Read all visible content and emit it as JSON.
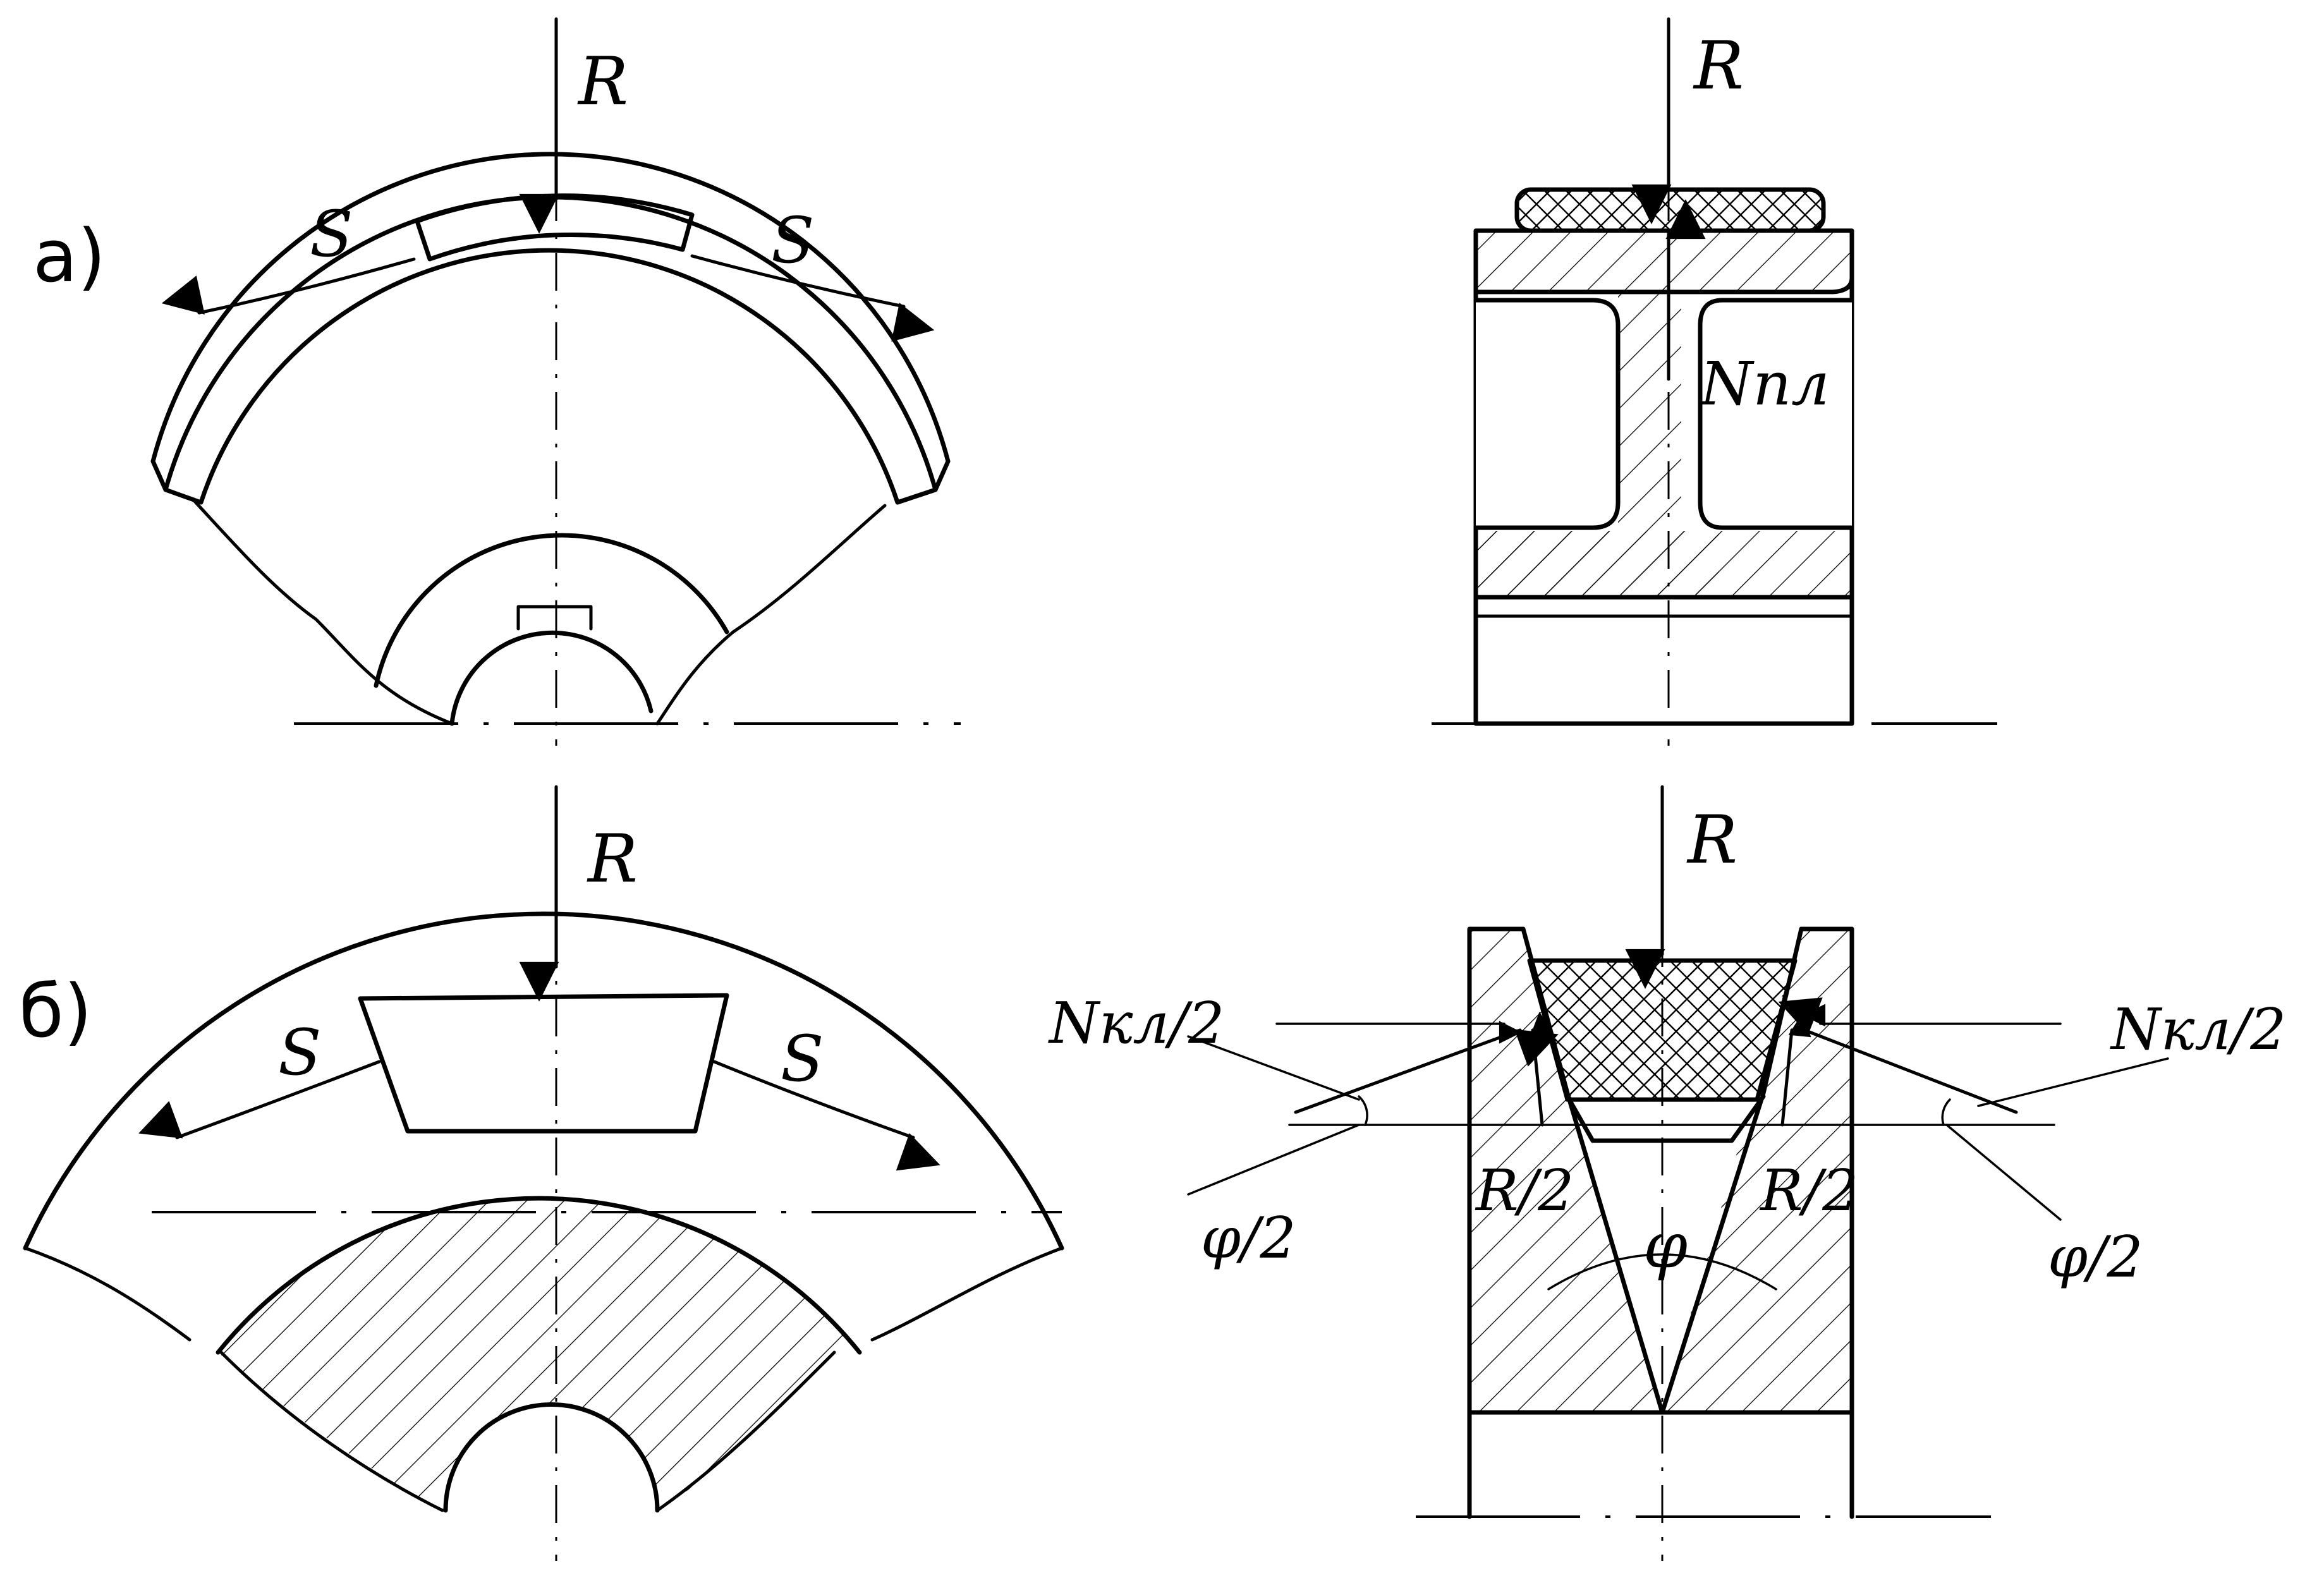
{
  "panels": {
    "a": {
      "label": "а)"
    },
    "b": {
      "label": "б)"
    }
  },
  "forces": {
    "R": "R",
    "S": "S",
    "N_pl": "Nпл",
    "N_kl_half": "Nкл/2",
    "R_half": "R/2",
    "phi": "φ",
    "phi_half": "φ/2"
  },
  "colors": {
    "line": "#000000",
    "background": "#ffffff"
  }
}
